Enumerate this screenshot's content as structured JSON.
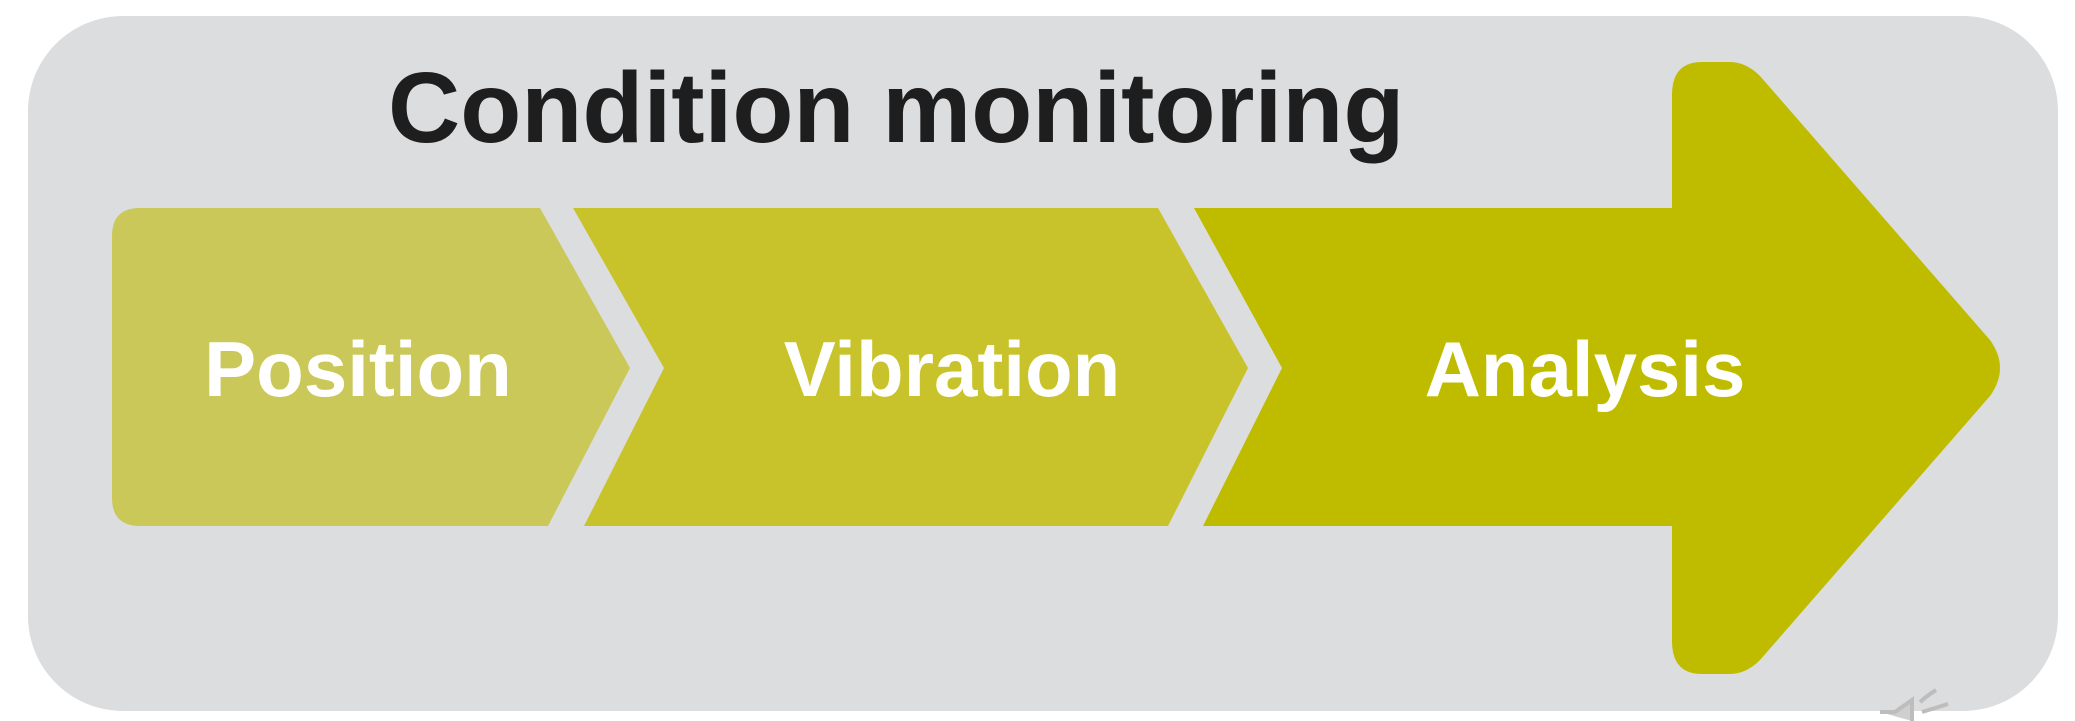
{
  "title": "Condition monitoring",
  "steps": [
    {
      "label": "Position",
      "color": "#cbc85a"
    },
    {
      "label": "Vibration",
      "color": "#c8c32b"
    },
    {
      "label": "Analysis",
      "color": "#bfbc00"
    }
  ],
  "colors": {
    "panel_background": "#dcdddf",
    "page_background": "#ffffff",
    "title_text": "#1e1e1e",
    "step_text": "#ffffff",
    "speaker_icon": "#bdbdbd"
  },
  "icons": [
    "speaker-icon"
  ]
}
